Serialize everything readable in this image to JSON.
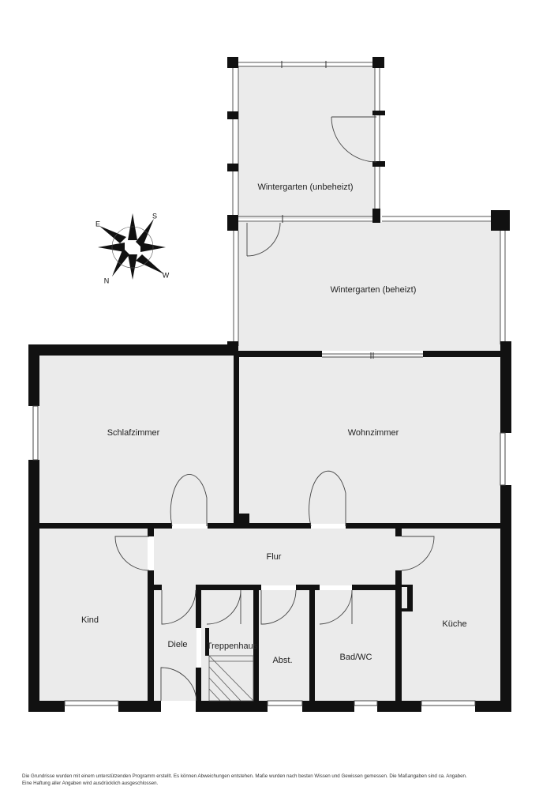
{
  "rooms": {
    "wintergarten_unbeheizt": "Wintergarten (unbeheizt)",
    "wintergarten_beheizt": "Wintergarten (beheizt)",
    "schlafzimmer": "Schlafzimmer",
    "wohnzimmer": "Wohnzimmer",
    "flur": "Flur",
    "kind": "Kind",
    "diele": "Diele",
    "treppenhaus": "Treppenhaus",
    "abst": "Abst.",
    "bad_wc": "Bad/WC",
    "kueche": "Küche"
  },
  "compass": {
    "n": "N",
    "s": "S",
    "e": "E",
    "w": "W"
  },
  "disclaimer": {
    "line1": "Die Grundrisse wurden mit einem unterstützenden Programm erstellt. Es können Abweichungen entstehen. Maße wurden nach besten Wissen und Gewissen gemessen. Die Maßangaben sind ca. Angaben.",
    "line2": "Eine Haftung aller Angaben wird ausdrücklich ausgeschlossen."
  },
  "colors": {
    "wall": "#111111",
    "floor": "#ebebeb",
    "window": "#ffffff"
  }
}
